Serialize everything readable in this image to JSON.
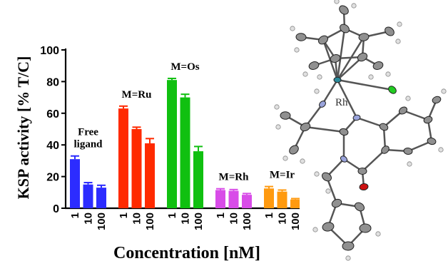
{
  "chart_data": {
    "type": "bar",
    "ylabel": "KSP activity [% T/C]",
    "xlabel": "Concentration [nM]",
    "ylim": [
      0,
      100
    ],
    "yticks": [
      0,
      20,
      40,
      60,
      80,
      100
    ],
    "groups": [
      {
        "name": "Free\nligand",
        "color": "#2c2cff",
        "categories": [
          "1",
          "10",
          "100"
        ],
        "values": [
          31,
          15,
          13
        ],
        "errors": [
          2,
          1.2,
          1.5
        ]
      },
      {
        "name": "M=Ru",
        "color": "#ff2a00",
        "categories": [
          "1",
          "10",
          "100"
        ],
        "values": [
          63,
          50,
          41
        ],
        "errors": [
          1.5,
          1.2,
          3
        ]
      },
      {
        "name": "M=Os",
        "color": "#10c010",
        "categories": [
          "1",
          "10",
          "100"
        ],
        "values": [
          81,
          70,
          36
        ],
        "errors": [
          1,
          2,
          3
        ]
      },
      {
        "name": "M=Rh",
        "color": "#d84ce8",
        "categories": [
          "1",
          "10",
          "100"
        ],
        "values": [
          11.5,
          11,
          8.5
        ],
        "errors": [
          0.8,
          0.8,
          0.8
        ]
      },
      {
        "name": "M=Ir",
        "color": "#ff9a10",
        "categories": [
          "1",
          "10",
          "100"
        ],
        "values": [
          12.5,
          10.5,
          5.5
        ],
        "errors": [
          1.2,
          1,
          0.6
        ]
      }
    ]
  },
  "molecule": {
    "metal_label": "Rh",
    "colors": {
      "bond": "#555555",
      "carbon": "#909090",
      "hydrogen": "#e0e0e0",
      "nitrogen": "#9aa4dc",
      "oxygen": "#cc1111",
      "chlorine": "#22cc22",
      "metal": "#2a8a9a"
    }
  }
}
